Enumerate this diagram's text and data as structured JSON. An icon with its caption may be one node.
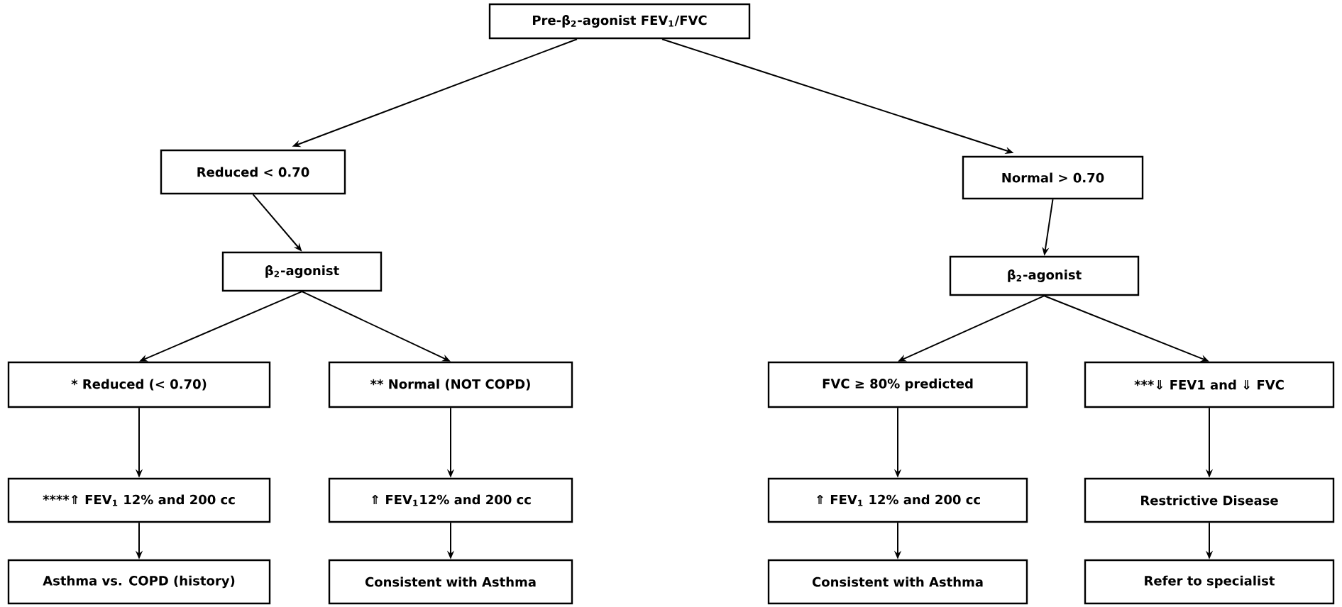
{
  "diagram": {
    "nodes": [
      {
        "text": [
          "Pre-β$_{2}$-agonist FEV$_{1}$/FVC"
        ]
      },
      {
        "text": [
          "Reduced < 0.70"
        ]
      },
      {
        "text": [
          "Normal > 0.70"
        ]
      },
      {
        "text": [
          "β$_{2}$-agonist"
        ]
      },
      {
        "text": [
          "β$_{2}$-agonist"
        ]
      },
      {
        "text": [
          "*  Reduced (< 0.70)"
        ]
      },
      {
        "text": [
          "** Normal (NOT COPD)"
        ]
      },
      {
        "text": [
          "FVC ≥ 80% predicted"
        ]
      },
      {
        "text": [
          "***⇓ FEV1 and ⇓ FVC"
        ]
      },
      {
        "text": [
          "****⇑ FEV$_{1}$ 12% and 200 cc"
        ]
      },
      {
        "text": [
          "⇑ FEV$_{1}$12% and 200 cc"
        ]
      },
      {
        "text": [
          "⇑ FEV$_{1}$ 12% and 200 cc"
        ]
      },
      {
        "text": [
          "Restrictive Disease"
        ]
      },
      {
        "text": [
          "Asthma vs. COPD (history)"
        ]
      },
      {
        "text": [
          "Consistent with Asthma"
        ]
      },
      {
        "text": [
          "Consistent with Asthma"
        ]
      },
      {
        "text": [
          "Refer to specialist"
        ]
      }
    ],
    "edges": [
      {
        "from": 0,
        "to": 1,
        "arrow": "to"
      },
      {
        "from": 0,
        "to": 2,
        "arrow": "to"
      },
      {
        "from": 1,
        "to": 3,
        "arrow": "to"
      },
      {
        "from": 2,
        "to": 4,
        "arrow": "to"
      },
      {
        "from": 3,
        "to": 5,
        "arrow": "to"
      },
      {
        "from": 3,
        "to": 6,
        "arrow": "to"
      },
      {
        "from": 4,
        "to": 7,
        "arrow": "to"
      },
      {
        "from": 4,
        "to": 8,
        "arrow": "to"
      },
      {
        "from": 5,
        "to": 9,
        "arrow": "to"
      },
      {
        "from": 6,
        "to": 10,
        "arrow": "to"
      },
      {
        "from": 7,
        "to": 11,
        "arrow": "to"
      },
      {
        "from": 8,
        "to": 12,
        "arrow": "to"
      },
      {
        "from": 9,
        "to": 13,
        "arrow": "to"
      },
      {
        "from": 10,
        "to": 14,
        "arrow": "to"
      },
      {
        "from": 11,
        "to": 15,
        "arrow": "to"
      },
      {
        "from": 12,
        "to": 16,
        "arrow": "to"
      }
    ]
  }
}
